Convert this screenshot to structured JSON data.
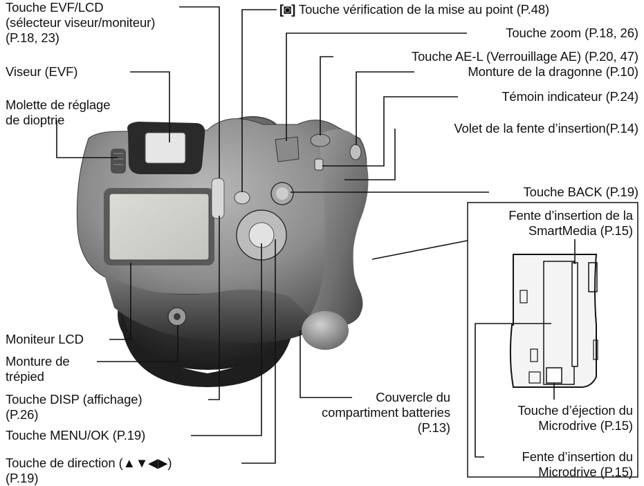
{
  "labels": {
    "evf_lcd_button": [
      "Touche EVF/LCD",
      "(sélecteur viseur/moniteur)",
      "(P.18, 23)"
    ],
    "viewfinder": [
      "Viseur (EVF)"
    ],
    "diopter_dial": [
      "Molette de réglage",
      "de dioptrie"
    ],
    "lcd_monitor": [
      "Moniteur LCD"
    ],
    "tripod_mount": [
      "Monture de",
      "trépied"
    ],
    "disp_button": [
      "Touche DISP (affichage)",
      "(P.26)"
    ],
    "menu_ok_button": [
      "Touche MENU/OK (P.19)"
    ],
    "direction_button_prefix": "Touche de direction (",
    "direction_button_arrows": "▲▼◀▶",
    "direction_button_suffix": ")",
    "direction_button_page": "(P.19)",
    "focus_check_icon": "[◙]",
    "focus_check_button": "Touche vérification de la mise au point (P.48)",
    "zoom_button": [
      "Touche zoom (P.18, 26)"
    ],
    "ael_button": [
      "Touche AE-L (Verrouillage AE) (P.20, 47)"
    ],
    "strap_mount": [
      "Monture de la dragonne (P.10)"
    ],
    "indicator_lamp": [
      "Témoin indicateur (P.24)"
    ],
    "slot_cover": [
      "Volet de la fente d’insertion(P.14)"
    ],
    "back_button": [
      "Touche BACK (P.19)"
    ],
    "battery_cover": [
      "Couvercle du",
      "compartiment batteries",
      "(P.13)"
    ],
    "smartmedia_slot": [
      "Fente d’insertion de la",
      "SmartMedia (P.15)"
    ],
    "microdrive_eject": [
      "Touche d’éjection du",
      "Microdrive (P.15)"
    ],
    "microdrive_slot": [
      "Fente d’insertion du",
      "Microdrive (P.15)"
    ]
  },
  "colors": {
    "text": "#111111",
    "leader": "#111111",
    "camera_body": "#8a8a8a",
    "camera_dark": "#3c3c3c",
    "screen": "#d2d2cc",
    "background": "#ffffff"
  },
  "icons": {
    "focus_check": "focus-check-icon",
    "direction_arrows": "direction-arrows-icon"
  }
}
